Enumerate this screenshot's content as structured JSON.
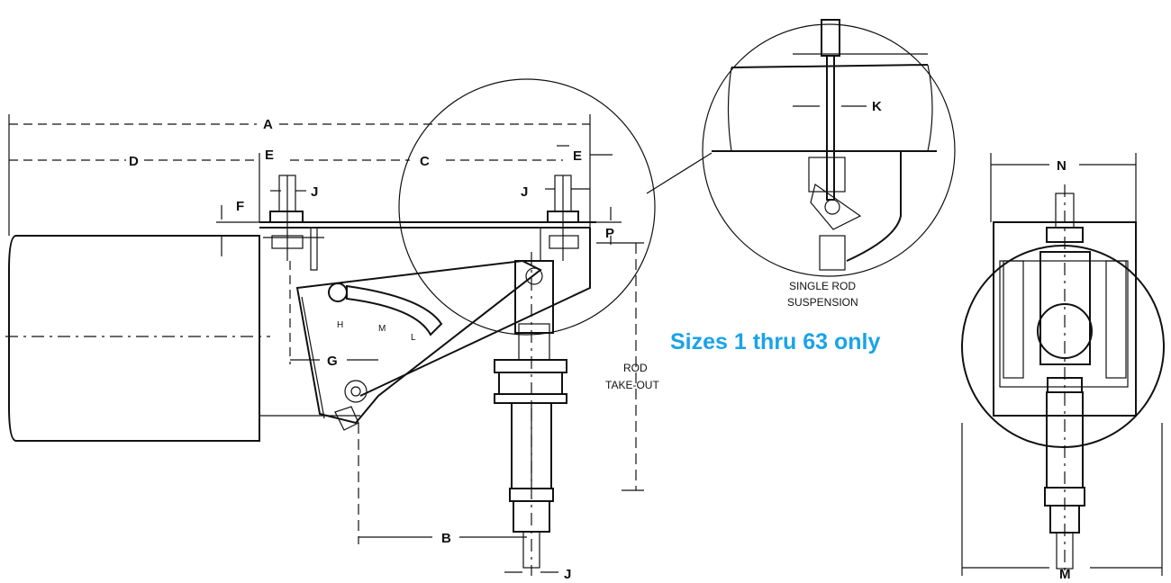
{
  "note": {
    "text": "Sizes 1 thru 63 only",
    "color": "#1aa3e8"
  },
  "labels": {
    "a": "A",
    "b": "B",
    "c": "C",
    "d": "D",
    "e1": "E",
    "e2": "E",
    "f": "F",
    "g": "G",
    "j1": "J",
    "j2": "J",
    "j3": "J",
    "k": "K",
    "p": "P",
    "n": "N",
    "m": "M",
    "h": "H",
    "mm": "M",
    "l": "L",
    "rod_takeout_1": "ROD",
    "rod_takeout_2": "TAKE-OUT",
    "single_rod_1": "SINGLE ROD",
    "single_rod_2": "SUSPENSION"
  }
}
